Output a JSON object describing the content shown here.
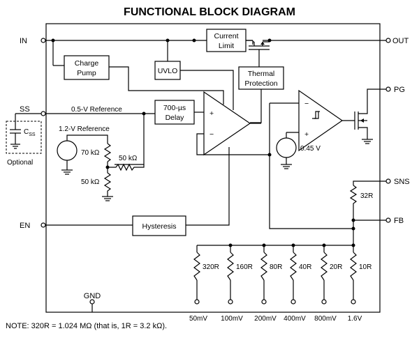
{
  "title": "FUNCTIONAL BLOCK DIAGRAM",
  "pins": {
    "in": "IN",
    "out": "OUT",
    "pg": "PG",
    "ss": "SS",
    "sns": "SNS",
    "fb": "FB",
    "en": "EN",
    "gnd": "GND"
  },
  "blocks": {
    "current_limit": [
      "Current",
      "Limit"
    ],
    "charge_pump": [
      "Charge",
      "Pump"
    ],
    "uvlo": "UVLO",
    "thermal": [
      "Thermal",
      "Protection"
    ],
    "delay": [
      "700-µs",
      "Delay"
    ],
    "hysteresis": "Hysteresis"
  },
  "labels": {
    "ref_05": "0.5-V Reference",
    "ref_12": "1.2-V Reference",
    "r70k": "70 kΩ",
    "r50k_h": "50 kΩ",
    "r50k_v": "50 kΩ",
    "v045": "0.45 V",
    "r32": "32R",
    "css": "C",
    "css_sub": "SS",
    "optional": "Optional",
    "plus": "+",
    "minus": "−"
  },
  "ladder": {
    "resistors": [
      "320R",
      "160R",
      "80R",
      "40R",
      "20R",
      "10R"
    ],
    "taps": [
      "50mV",
      "100mV",
      "200mV",
      "400mV",
      "800mV",
      "1.6V"
    ]
  },
  "note": "NOTE:  320R = 1.024 MΩ (that is, 1R = 3.2 kΩ)."
}
